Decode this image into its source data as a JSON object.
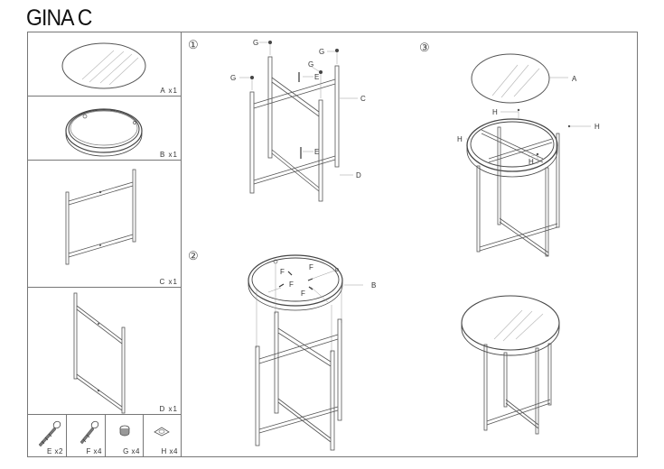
{
  "document": {
    "title": "GINA C"
  },
  "parts": [
    {
      "id": "A",
      "label": "A x1",
      "name": "round glass top"
    },
    {
      "id": "B",
      "label": "B x1",
      "name": "round top frame ring"
    },
    {
      "id": "C",
      "label": "C x1",
      "name": "leg frame C"
    },
    {
      "id": "D",
      "label": "D x1",
      "name": "leg frame D"
    }
  ],
  "hardware": [
    {
      "id": "E",
      "label": "E x2",
      "icon": "screw-icon"
    },
    {
      "id": "F",
      "label": "F x4",
      "icon": "screw-icon"
    },
    {
      "id": "G",
      "label": "G x4",
      "icon": "foot-cap-icon"
    },
    {
      "id": "H",
      "label": "H x4",
      "icon": "pad-icon"
    }
  ],
  "steps": [
    {
      "number": "①",
      "callouts": {
        "g1": "G",
        "g2": "G",
        "g3": "G",
        "g4": "G",
        "e1": "E",
        "e2": "E",
        "c": "C",
        "d": "D"
      }
    },
    {
      "number": "②",
      "callouts": {
        "f1": "F",
        "f2": "F",
        "f3": "F",
        "f4": "F",
        "b": "B"
      }
    },
    {
      "number": "③",
      "callouts": {
        "a": "A",
        "h1": "H",
        "h2": "H",
        "h3": "H",
        "h4": "H"
      }
    }
  ],
  "colors": {
    "line": "#555555",
    "frame": "#777777",
    "glass_hatch": "#bbbbbb"
  }
}
